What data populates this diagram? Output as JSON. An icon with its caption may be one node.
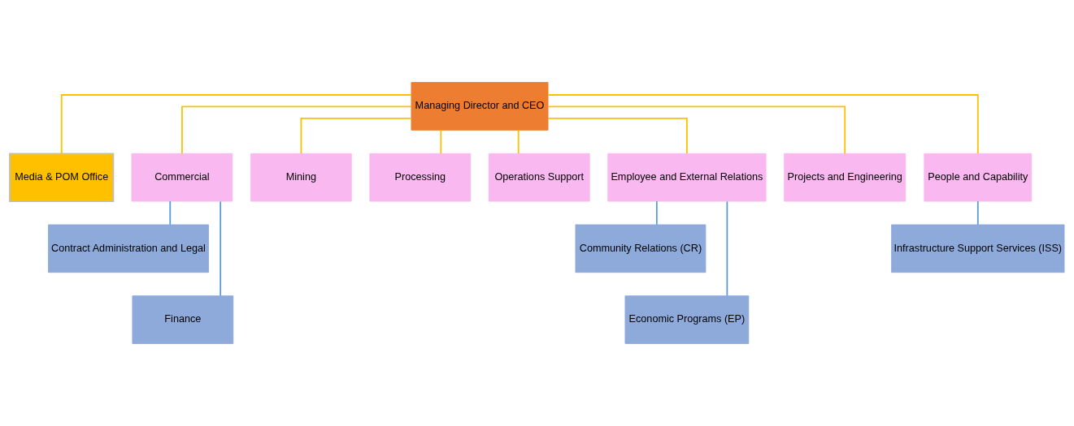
{
  "diagram": {
    "nodes": [
      {
        "text": [
          "Managing Director and CEO"
        ]
      },
      {
        "text": [
          "Media & POM Office"
        ]
      },
      {
        "text": [
          "Commercial"
        ]
      },
      {
        "text": [
          "Mining"
        ]
      },
      {
        "text": [
          "Processing"
        ]
      },
      {
        "text": [
          "Operations Support"
        ]
      },
      {
        "text": [
          "Employee and External Relations"
        ]
      },
      {
        "text": [
          "Projects and Engineering"
        ]
      },
      {
        "text": [
          "People and Capability"
        ]
      },
      {
        "text": [
          "Contract Administration and Legal"
        ]
      },
      {
        "text": [
          "Finance"
        ]
      },
      {
        "text": [
          "Community Relations (CR)"
        ]
      },
      {
        "text": [
          "Economic Programs (EP)"
        ]
      },
      {
        "text": [
          "Infrastructure Support Services (ISS)"
        ]
      }
    ],
    "edges": [
      {
        "from": 0,
        "to": 1,
        "arrow": "none"
      },
      {
        "from": 0,
        "to": 2,
        "arrow": "none"
      },
      {
        "from": 0,
        "to": 3,
        "arrow": "none"
      },
      {
        "from": 0,
        "to": 4,
        "arrow": "none"
      },
      {
        "from": 0,
        "to": 5,
        "arrow": "none"
      },
      {
        "from": 0,
        "to": 6,
        "arrow": "none"
      },
      {
        "from": 0,
        "to": 7,
        "arrow": "none"
      },
      {
        "from": 0,
        "to": 8,
        "arrow": "none"
      },
      {
        "from": 2,
        "to": 9,
        "arrow": "none",
        "color": "#5b9bd5"
      },
      {
        "from": 2,
        "to": 10,
        "arrow": "none",
        "color": "#5b9bd5"
      },
      {
        "from": 6,
        "to": 11,
        "arrow": "none",
        "color": "#5b9bd5"
      },
      {
        "from": 6,
        "to": 12,
        "arrow": "none",
        "color": "#5b9bd5"
      },
      {
        "from": 8,
        "to": 13,
        "arrow": "none",
        "color": "#5b9bd5"
      }
    ]
  }
}
